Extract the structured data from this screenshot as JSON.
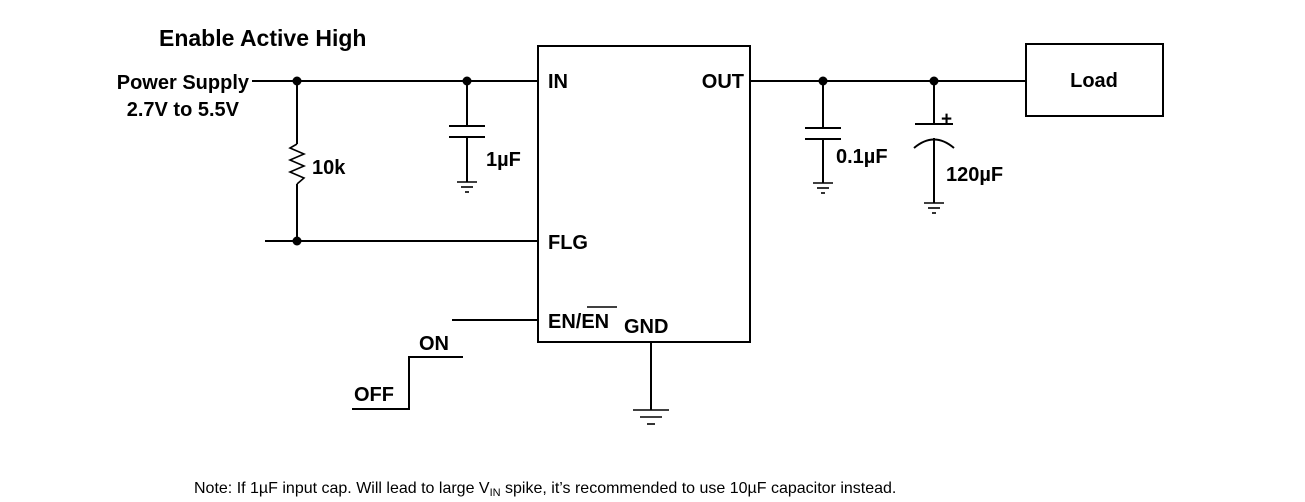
{
  "title": "Enable Active High",
  "power_supply": {
    "label": "Power Supply",
    "range": "2.7V to 5.5V"
  },
  "ic": {
    "pins": {
      "in": "IN",
      "out": "OUT",
      "flg": "FLG",
      "en_prefix": "EN/",
      "en_bar": "EN",
      "gnd": "GND"
    }
  },
  "components": {
    "resistor": "10k",
    "cap_in": "1µF",
    "cap_out_small": "0.1µF",
    "cap_out_large": "120µF",
    "polarity": "+",
    "load": "Load"
  },
  "switch": {
    "on": "ON",
    "off": "OFF"
  },
  "note": {
    "prefix": "Note: If 1µF input cap. Will lead to large V",
    "sub": "IN",
    "suffix": " spike, it’s recommended to use 10µF capacitor instead."
  }
}
